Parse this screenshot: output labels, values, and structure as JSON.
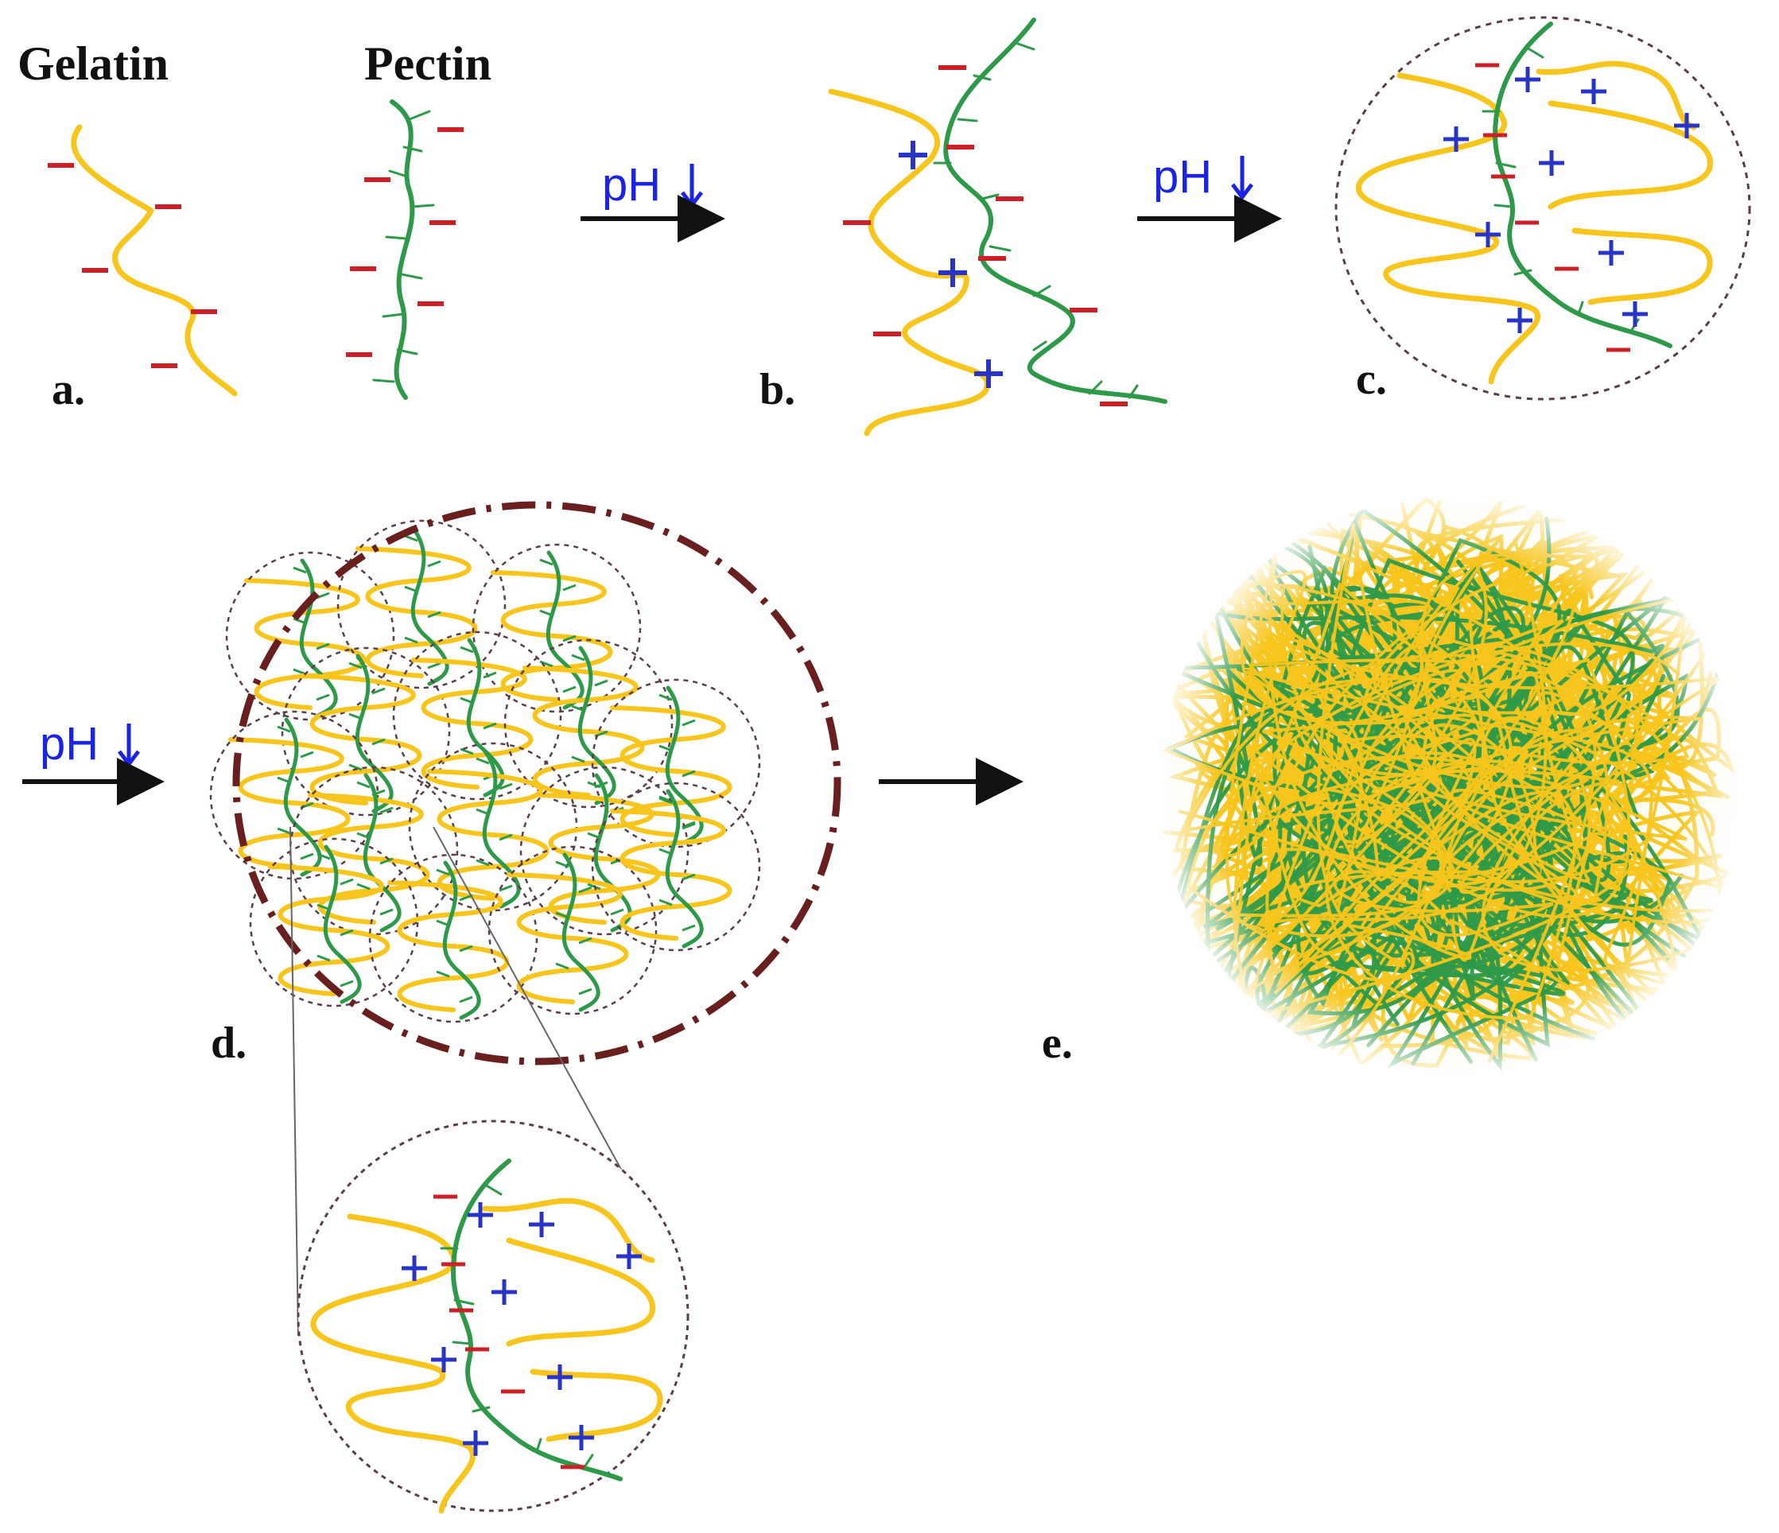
{
  "labels": {
    "gelatin": "Gelatin",
    "pectin": "Pectin",
    "panel_a": "a.",
    "panel_b": "b.",
    "panel_c": "c.",
    "panel_d": "d.",
    "panel_e": "e.",
    "ph_drop": "pH"
  },
  "colors": {
    "gelatin": "#f7c51c",
    "pectin": "#2e9a49",
    "negative": "#cc1f26",
    "positive": "#2833c8",
    "ph_text": "#1a23e6",
    "circle_outline": "#5a3e4a",
    "outer_outline": "#6a1f1f"
  },
  "icons": {
    "negative_charge": "minus-sign",
    "positive_charge": "plus-sign",
    "ph_arrow": "arrow-down-icon",
    "process_arrow": "arrow-right-icon"
  }
}
